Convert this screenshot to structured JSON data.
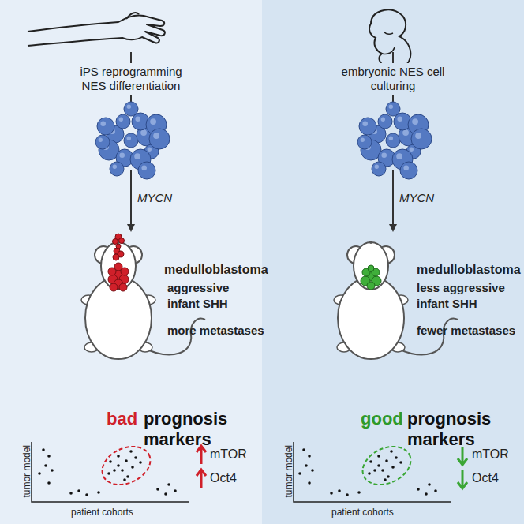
{
  "diagram": {
    "labels": [
      "iPS reprogramming NES differentiation",
      "MYCN",
      "medulloblastoma",
      "aggressive",
      "infant SHH",
      "more metastases",
      "bad",
      "prognosis markers",
      "tumor model",
      "patient cohorts",
      "mTOR",
      "Oct4",
      "embryonic NES cell culturing",
      "MYCN",
      "medulloblastoma",
      "less aggressive",
      "infant SHH",
      "fewer metastases",
      "good",
      "prognosis markers",
      "tumor model",
      "patient cohorts",
      "mTOR",
      "Oct4"
    ]
  }
}
